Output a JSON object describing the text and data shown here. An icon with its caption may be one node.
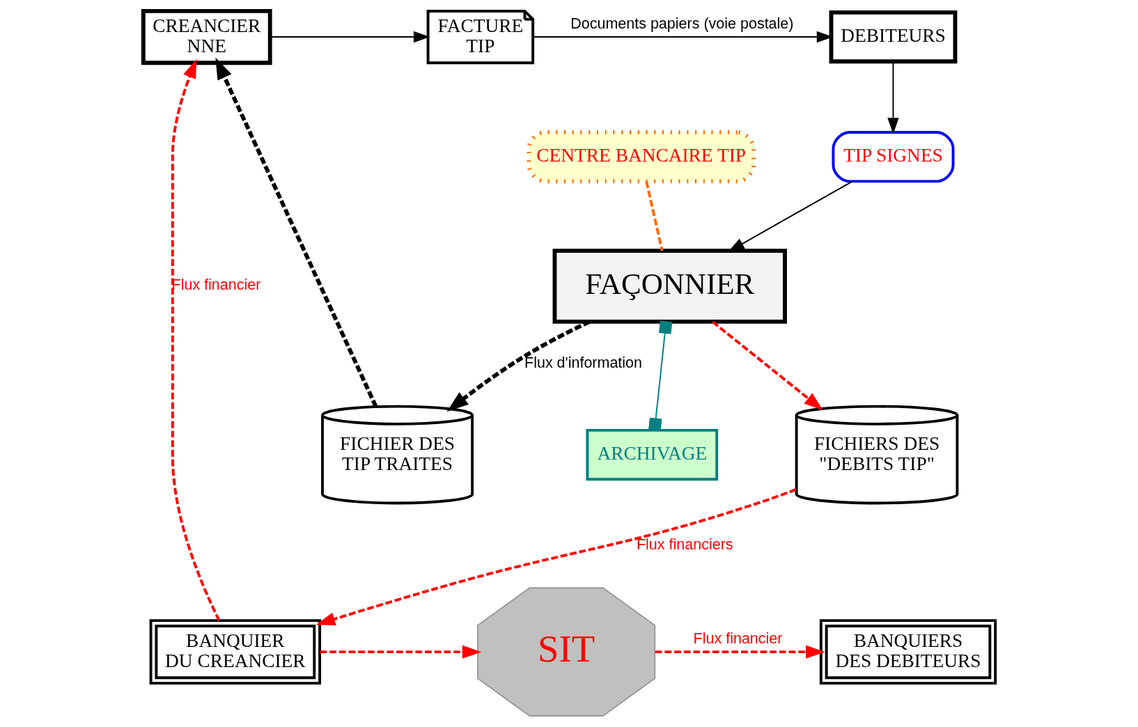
{
  "diagram": {
    "nodes": [
      {
        "text": [
          "CREANCIER",
          "NNE"
        ]
      },
      {
        "text": [
          "FACTURE",
          "TIP"
        ]
      },
      {
        "text": [
          "DEBITEURS"
        ]
      },
      {
        "text": [
          "TIP SIGNES"
        ]
      },
      {
        "text": [
          "CENTRE BANCAIRE TIP"
        ]
      },
      {
        "text": [
          "FAÇONNIER"
        ]
      },
      {
        "text": [
          "FICHIER DES",
          "TIP TRAITES"
        ]
      },
      {
        "text": [
          "FICHIERS DES",
          "\"DEBITS TIP\""
        ]
      },
      {
        "text": [
          "ARCHIVAGE"
        ]
      },
      {
        "text": [
          "BANQUIER",
          "DU CREANCIER"
        ]
      },
      {
        "text": [
          "SIT"
        ]
      },
      {
        "text": [
          "BANQUIERS",
          "DES DEBITEURS"
        ]
      }
    ],
    "edges": [
      {
        "from": 0,
        "to": 1,
        "arrow": "to"
      },
      {
        "from": 1,
        "to": 2,
        "arrow": "to",
        "label": "Documents papiers (voie postale)"
      },
      {
        "from": 2,
        "to": 3,
        "arrow": "to"
      },
      {
        "from": 3,
        "to": 5,
        "arrow": "to"
      },
      {
        "from": 4,
        "to": 5,
        "arrow": "none",
        "style": "dashed",
        "color": "#ff6600"
      },
      {
        "from": 5,
        "to": 6,
        "arrow": "to",
        "style": "dashed",
        "label": "Flux d'information"
      },
      {
        "from": 6,
        "to": 0,
        "arrow": "to",
        "style": "dashed"
      },
      {
        "from": 5,
        "to": 7,
        "arrow": "to",
        "style": "dashed",
        "color": "#ff0000"
      },
      {
        "from": 5,
        "to": 8,
        "arrow": "other",
        "color": "#008080"
      },
      {
        "from": 7,
        "to": 9,
        "arrow": "to",
        "style": "dashed",
        "color": "#ff0000",
        "label": "Flux financiers"
      },
      {
        "from": 9,
        "to": 0,
        "arrow": "to",
        "style": "dashed",
        "color": "#ff0000",
        "label": "Flux financier"
      },
      {
        "from": 9,
        "to": 10,
        "arrow": "to",
        "style": "dashed",
        "color": "#ff0000"
      },
      {
        "from": 10,
        "to": 11,
        "arrow": "to",
        "style": "dashed",
        "color": "#ff0000",
        "label": "Flux financier"
      }
    ]
  }
}
